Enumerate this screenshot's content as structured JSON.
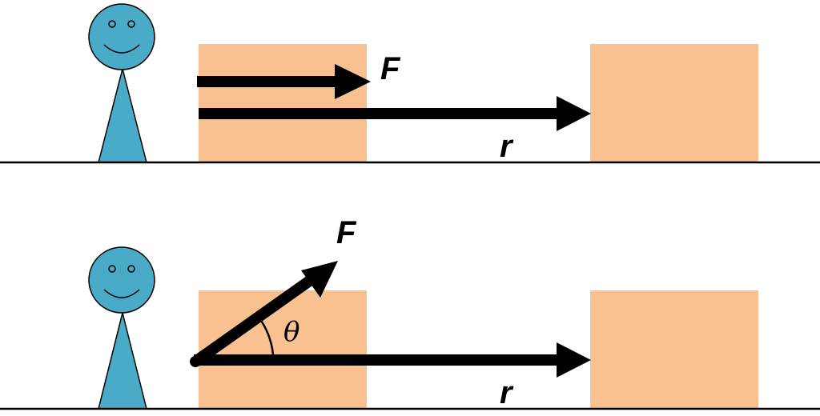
{
  "panels": {
    "top": {
      "force_label": "F",
      "displacement_label": "r"
    },
    "bottom": {
      "force_label": "F",
      "displacement_label": "r",
      "angle_label": "θ"
    }
  },
  "colors": {
    "person": "#4aabc8",
    "box": "#f9c190",
    "ink": "#000000"
  }
}
